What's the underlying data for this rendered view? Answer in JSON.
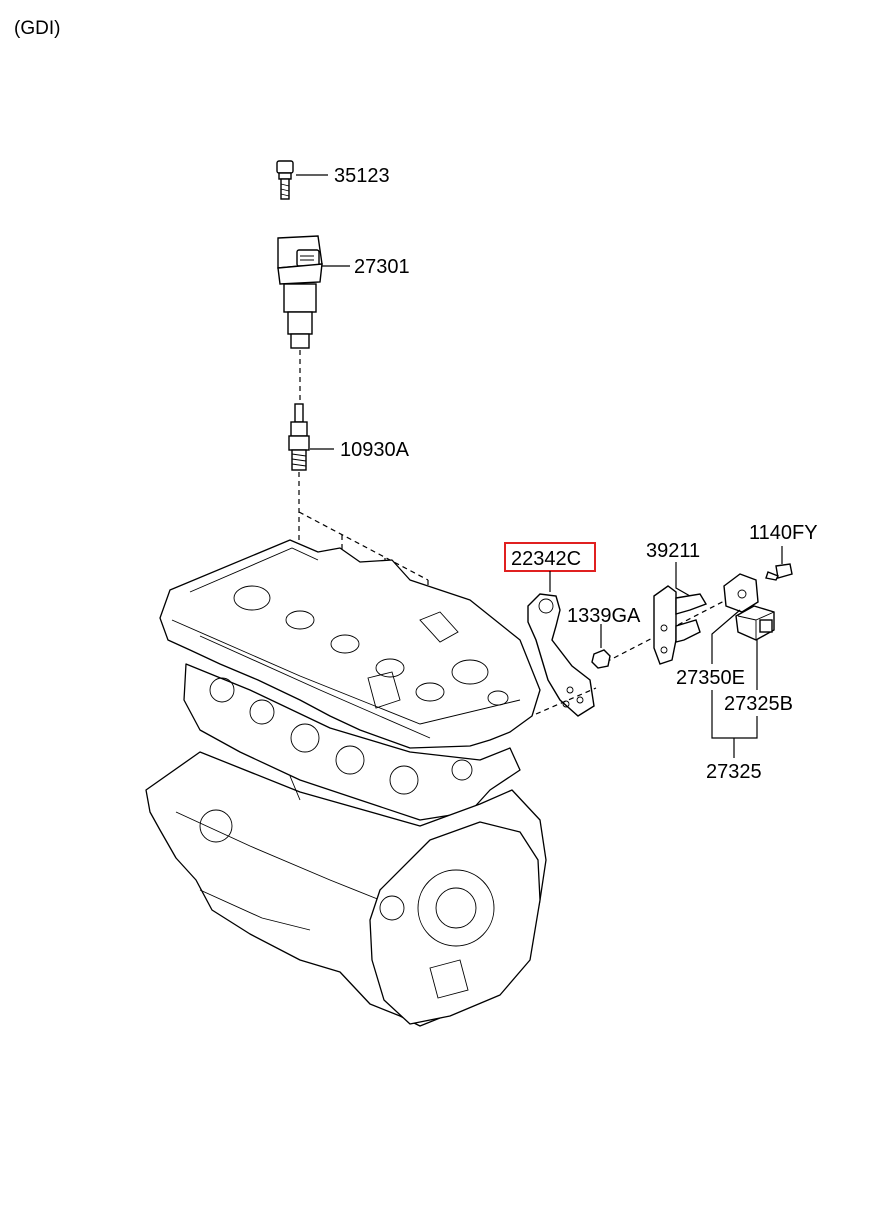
{
  "header": {
    "caption": "(GDI)"
  },
  "callouts": {
    "c35123": "35123",
    "c27301": "27301",
    "c10930A": "10930A",
    "c22342C": "22342C",
    "c1339GA": "1339GA",
    "c39211": "39211",
    "c1140FY": "1140FY",
    "c27350E": "27350E",
    "c27325B": "27325B",
    "c27325": "27325"
  },
  "highlight": {
    "part": "22342C",
    "color": "#e02020"
  }
}
